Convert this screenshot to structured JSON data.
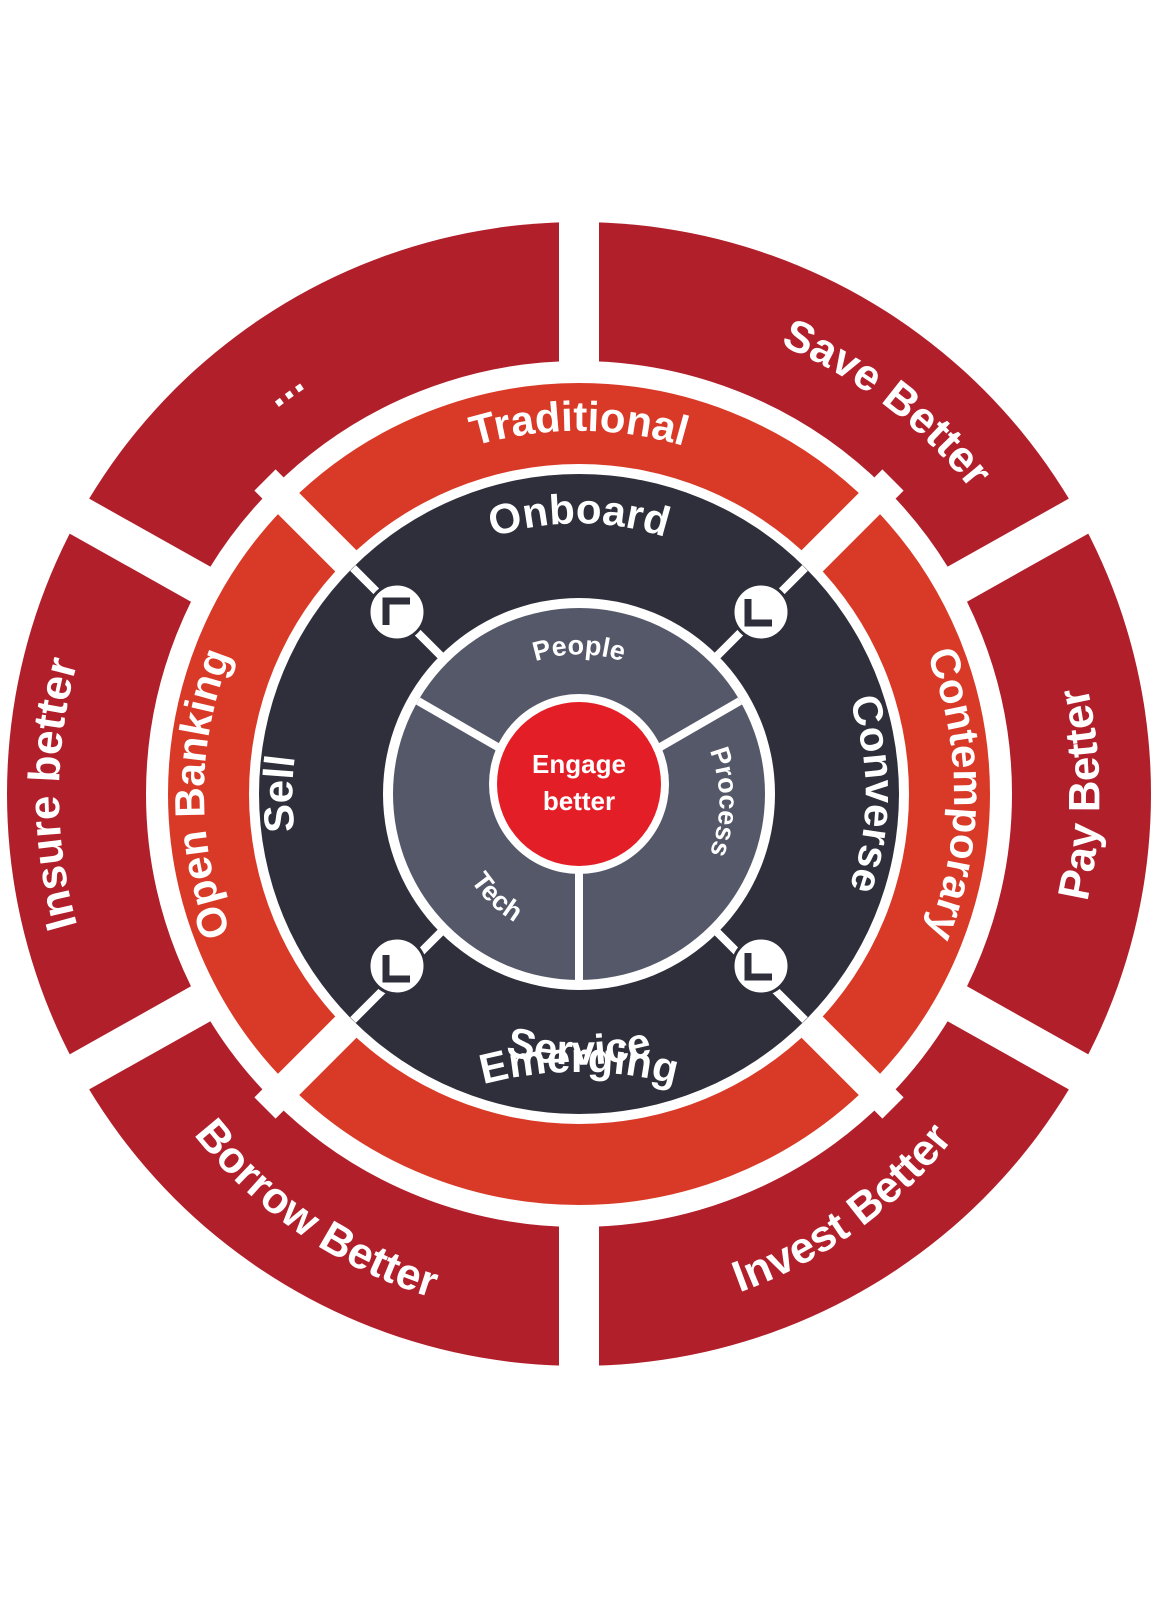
{
  "colors": {
    "outer_ring": "#b11f2b",
    "middle_ring": "#d93a27",
    "dark_ring": "#2e2f3b",
    "inner_ring": "#555869",
    "core": "#e41e26",
    "separator": "#ffffff"
  },
  "core": {
    "line1": "Engage",
    "line2": "better"
  },
  "inner_ring": {
    "top": "People",
    "right": "Process",
    "left": "Tech"
  },
  "dark_ring": {
    "top": "Onboard",
    "right": "Converse",
    "bottom": "Service",
    "left": "Sell",
    "connector_icon": "corner-arrow-icon"
  },
  "middle_ring": {
    "top": "Traditional",
    "right": "Contemporary",
    "bottom": "Emerging",
    "left": "Open Banking"
  },
  "outer_ring": {
    "top_left": "...",
    "top_right": "Save Better",
    "right": "Pay Better",
    "bottom_right": "Invest Better",
    "bottom_left": "Borrow Better",
    "left": "Insure better"
  }
}
